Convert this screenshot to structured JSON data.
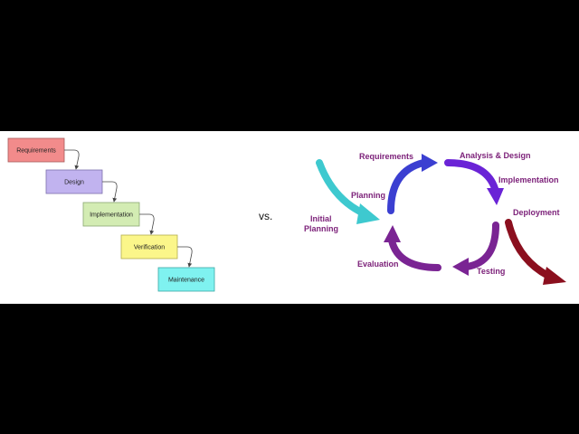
{
  "waterfall": {
    "stages": [
      {
        "label": "Requirements",
        "color": "#f28b8b"
      },
      {
        "label": "Design",
        "color": "#c1b3ef"
      },
      {
        "label": "Implementation",
        "color": "#d3ecb3"
      },
      {
        "label": "Verification",
        "color": "#fbf68a"
      },
      {
        "label": "Maintenance",
        "color": "#7ff2f0"
      }
    ]
  },
  "separator": {
    "label": "vs."
  },
  "iterative": {
    "labels": {
      "initial_planning_line1": "Initial",
      "initial_planning_line2": "Planning",
      "planning": "Planning",
      "requirements": "Requirements",
      "analysis_design": "Analysis & Design",
      "implementation": "Implementation",
      "deployment": "Deployment",
      "testing": "Testing",
      "evaluation": "Evaluation"
    },
    "colors": {
      "initial_arrow": "#3ec9cf",
      "requirements_arrow": "#3b3fd1",
      "analysis_arrow": "#6a23d6",
      "testing_arrow": "#7a2493",
      "evaluation_arrow": "#7a2493",
      "deployment_arrow": "#8b0f1e",
      "label_text": "#7b1f78"
    }
  }
}
